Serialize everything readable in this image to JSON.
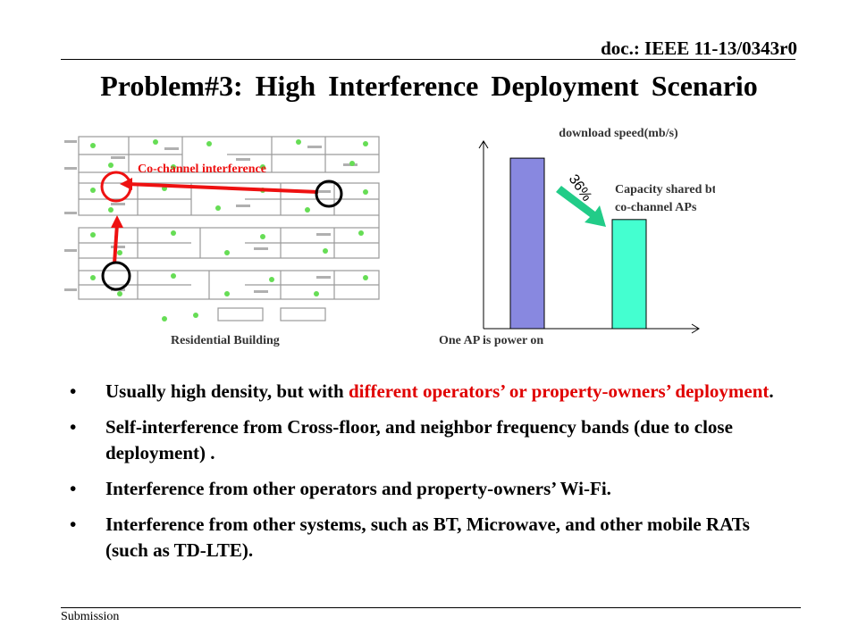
{
  "header": {
    "doc_id": "doc.: IEEE 11-13/0343r0"
  },
  "slide": {
    "title": "Problem#3: High Interference Deployment Scenario"
  },
  "figure": {
    "floorplan_annotation": "Co-channel interference",
    "floorplan_caption": "Residential Building",
    "chart_caption": "One AP is power on",
    "colors": {
      "arrow_red": "#ee1111",
      "plan_line": "#9a9a9a",
      "ap_green": "#66dd55",
      "highlight_circle": "#000000"
    }
  },
  "chart_data": {
    "type": "bar",
    "title": "download speed(mb/s)",
    "categories": [
      "One AP is power on",
      "Capacity shared btw co-channel APs"
    ],
    "values": [
      100,
      64
    ],
    "ylim": [
      0,
      110
    ],
    "grid": false,
    "bar_colors": [
      "#8888e0",
      "#44ffd0"
    ],
    "annotations": {
      "change_label": "36%",
      "bar2_label": "Capacity shared btw co-channel APs",
      "arrow_color": "#22cc88"
    }
  },
  "bullets": [
    {
      "parts": [
        {
          "text": "Usually high density, but with ",
          "red": false
        },
        {
          "text": "different operators’ or property-owners’ deployment",
          "red": true
        },
        {
          "text": ".",
          "red": false
        }
      ]
    },
    {
      "parts": [
        {
          "text": "Self-interference from Cross-floor, and neighbor frequency bands (due to close deployment) .",
          "red": false
        }
      ]
    },
    {
      "parts": [
        {
          "text": "Interference from other operators and property-owners’ Wi-Fi.",
          "red": false
        }
      ]
    },
    {
      "parts": [
        {
          "text": "Interference from other systems, such as BT, Microwave, and other mobile RATs (such as TD-LTE).",
          "red": false
        }
      ]
    }
  ],
  "footer": {
    "label": "Submission"
  }
}
